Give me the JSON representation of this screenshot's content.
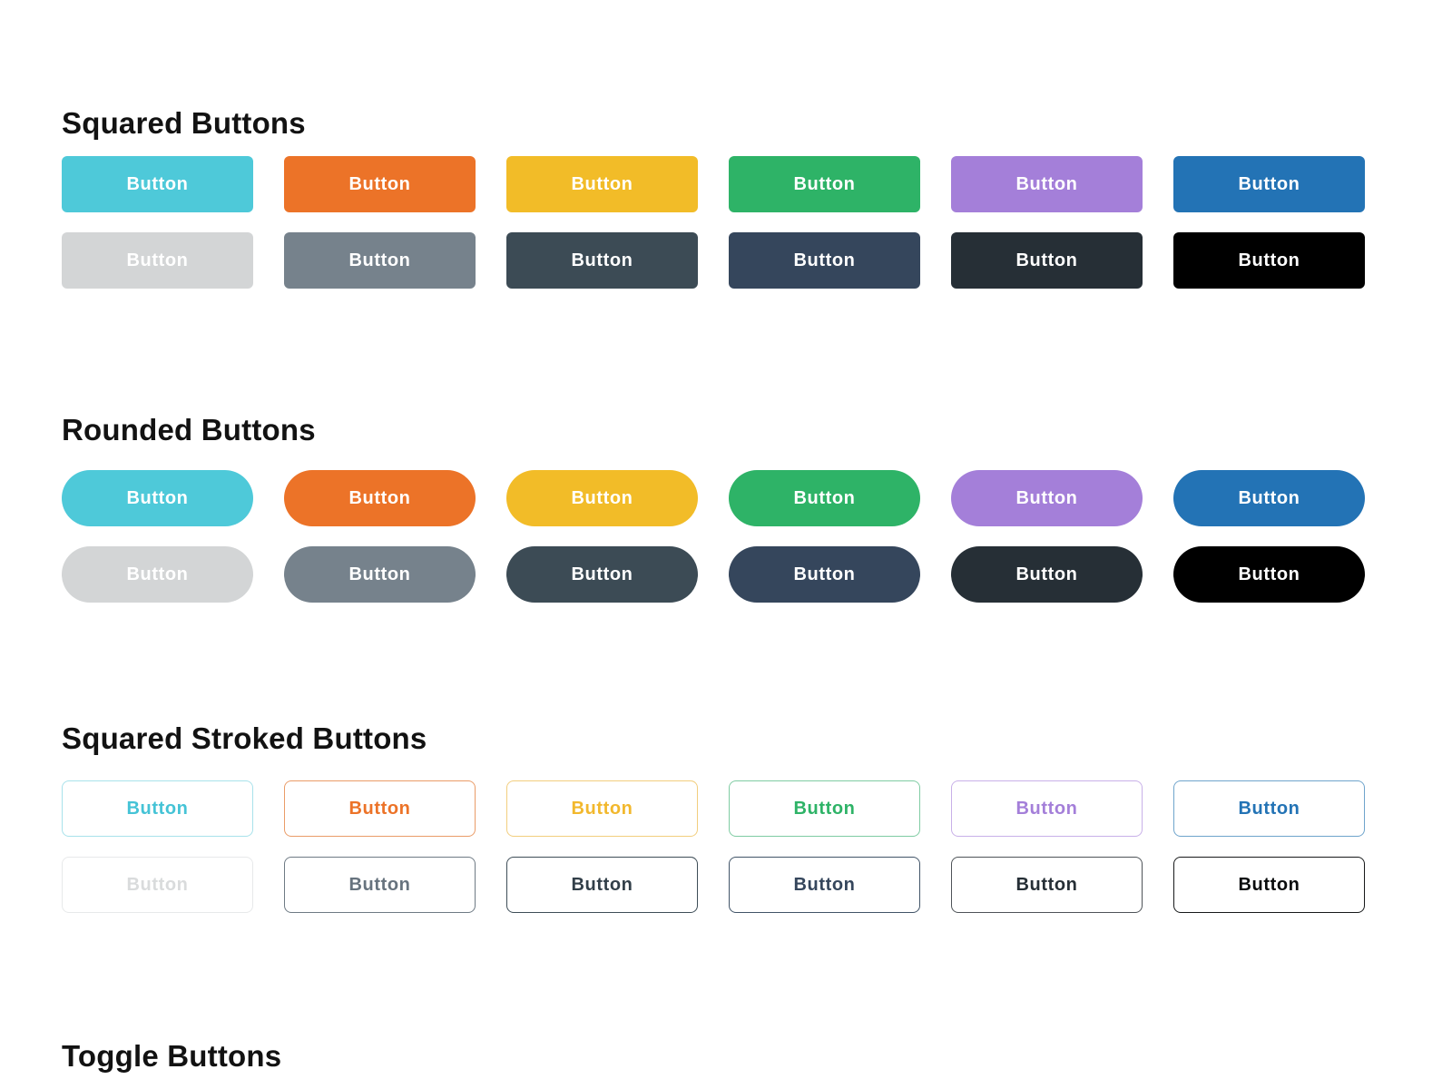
{
  "page": {
    "background": "#ffffff"
  },
  "sections": [
    {
      "id": "squared",
      "title": "Squared Buttons",
      "shape": "squared",
      "rows": [
        [
          {
            "label": "Button",
            "name": "cyan",
            "bg": "#4EC9D9",
            "text": "#FFFFFF"
          },
          {
            "label": "Button",
            "name": "orange",
            "bg": "#EC7328",
            "text": "#FFFFFF"
          },
          {
            "label": "Button",
            "name": "yellow",
            "bg": "#F2BC28",
            "text": "#FFFFFF"
          },
          {
            "label": "Button",
            "name": "green",
            "bg": "#2EB367",
            "text": "#FFFFFF"
          },
          {
            "label": "Button",
            "name": "purple",
            "bg": "#A47FD9",
            "text": "#FFFFFF"
          },
          {
            "label": "Button",
            "name": "blue",
            "bg": "#2373B5",
            "text": "#FFFFFF"
          }
        ],
        [
          {
            "label": "Button",
            "name": "light-gray",
            "bg": "#D3D5D6",
            "text": "#FFFFFF"
          },
          {
            "label": "Button",
            "name": "gray",
            "bg": "#76828C",
            "text": "#FFFFFF"
          },
          {
            "label": "Button",
            "name": "slate",
            "bg": "#3C4B55",
            "text": "#FFFFFF"
          },
          {
            "label": "Button",
            "name": "navy",
            "bg": "#35465C",
            "text": "#FFFFFF"
          },
          {
            "label": "Button",
            "name": "charcoal",
            "bg": "#262F36",
            "text": "#FFFFFF"
          },
          {
            "label": "Button",
            "name": "black",
            "bg": "#000000",
            "text": "#FFFFFF"
          }
        ]
      ]
    },
    {
      "id": "rounded",
      "title": "Rounded Buttons",
      "shape": "rounded",
      "rows": [
        [
          {
            "label": "Button",
            "name": "cyan",
            "bg": "#4EC9D9",
            "text": "#FFFFFF"
          },
          {
            "label": "Button",
            "name": "orange",
            "bg": "#EC7328",
            "text": "#FFFFFF"
          },
          {
            "label": "Button",
            "name": "yellow",
            "bg": "#F2BC28",
            "text": "#FFFFFF"
          },
          {
            "label": "Button",
            "name": "green",
            "bg": "#2EB367",
            "text": "#FFFFFF"
          },
          {
            "label": "Button",
            "name": "purple",
            "bg": "#A47FD9",
            "text": "#FFFFFF"
          },
          {
            "label": "Button",
            "name": "blue",
            "bg": "#2373B5",
            "text": "#FFFFFF"
          }
        ],
        [
          {
            "label": "Button",
            "name": "light-gray",
            "bg": "#D3D5D6",
            "text": "#FFFFFF"
          },
          {
            "label": "Button",
            "name": "gray",
            "bg": "#76828C",
            "text": "#FFFFFF"
          },
          {
            "label": "Button",
            "name": "slate",
            "bg": "#3C4B55",
            "text": "#FFFFFF"
          },
          {
            "label": "Button",
            "name": "navy",
            "bg": "#35465C",
            "text": "#FFFFFF"
          },
          {
            "label": "Button",
            "name": "charcoal",
            "bg": "#262F36",
            "text": "#FFFFFF"
          },
          {
            "label": "Button",
            "name": "black",
            "bg": "#000000",
            "text": "#FFFFFF"
          }
        ]
      ]
    },
    {
      "id": "squared-stroked",
      "title": "Squared Stroked Buttons",
      "shape": "stroked",
      "rows": [
        [
          {
            "label": "Button",
            "name": "cyan",
            "bg": "#FFFFFF",
            "text": "#45C3D6",
            "border": "#A8E2EB"
          },
          {
            "label": "Button",
            "name": "orange",
            "bg": "#FFFFFF",
            "text": "#EC7328",
            "border": "#EA9C68"
          },
          {
            "label": "Button",
            "name": "yellow",
            "bg": "#FFFFFF",
            "text": "#F2B82D",
            "border": "#F2CE7E"
          },
          {
            "label": "Button",
            "name": "green",
            "bg": "#FFFFFF",
            "text": "#2EB367",
            "border": "#7FCCA3"
          },
          {
            "label": "Button",
            "name": "purple",
            "bg": "#FFFFFF",
            "text": "#A47FD9",
            "border": "#C8B0E8"
          },
          {
            "label": "Button",
            "name": "blue",
            "bg": "#FFFFFF",
            "text": "#2373B5",
            "border": "#6FA4CC"
          }
        ],
        [
          {
            "label": "Button",
            "name": "light-gray",
            "bg": "#FFFFFF",
            "text": "#D9DBDC",
            "border": "#E7E9EA"
          },
          {
            "label": "Button",
            "name": "gray",
            "bg": "#FFFFFF",
            "text": "#67737E",
            "border": "#6E7A84"
          },
          {
            "label": "Button",
            "name": "slate",
            "bg": "#FFFFFF",
            "text": "#323F49",
            "border": "#3E4D57"
          },
          {
            "label": "Button",
            "name": "navy",
            "bg": "#FFFFFF",
            "text": "#35465C",
            "border": "#415468"
          },
          {
            "label": "Button",
            "name": "charcoal",
            "bg": "#FFFFFF",
            "text": "#262F36",
            "border": "#4E5358"
          },
          {
            "label": "Button",
            "name": "black",
            "bg": "#FFFFFF",
            "text": "#0A0C0D",
            "border": "#17191A"
          }
        ]
      ]
    },
    {
      "id": "toggle",
      "title": "Toggle Buttons",
      "shape": "toggle",
      "rows": []
    }
  ]
}
